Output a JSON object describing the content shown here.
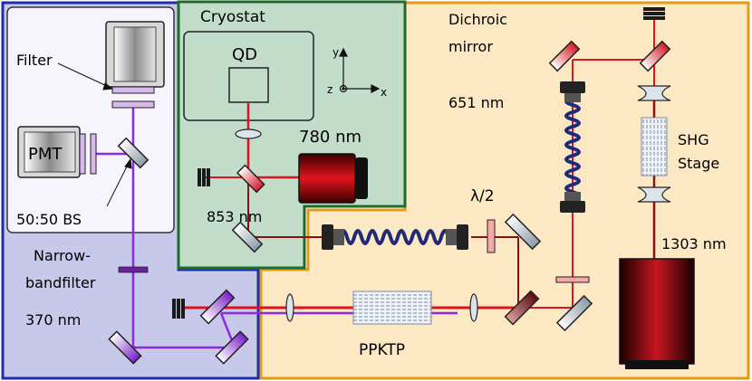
{
  "labels": {
    "cryostat": "Cryostat",
    "qd": "QD",
    "axis_y": "y",
    "axis_z": "z",
    "axis_x": "x",
    "wl_780": "780 nm",
    "wl_853": "853 nm",
    "filter": "Filter",
    "pmt": "PMT",
    "bs": "50:50 BS",
    "narrow_1": "Narrow-",
    "narrow_2": "bandfilter",
    "wl_370": "370 nm",
    "dichroic_1": "Dichroic",
    "dichroic_2": "mirror",
    "wl_651": "651 nm",
    "shg_1": "SHG",
    "shg_2": "Stage",
    "wl_1303": "1303 nm",
    "half_wave": "λ/2",
    "ppktp": "PPKTP"
  },
  "colors": {
    "detection_region": "#c7c8ea",
    "detection_border": "#1c2fa6",
    "cryostat_region": "#c2ddc9",
    "cryostat_border": "#1f6b2c",
    "laser_region": "#fde8c4",
    "laser_border": "#e39a16",
    "beam_red": "#e0141c",
    "beam_dark_red": "#8a0e12",
    "beam_violet": "#8a2be2",
    "fiber": "#1f2a7a"
  }
}
